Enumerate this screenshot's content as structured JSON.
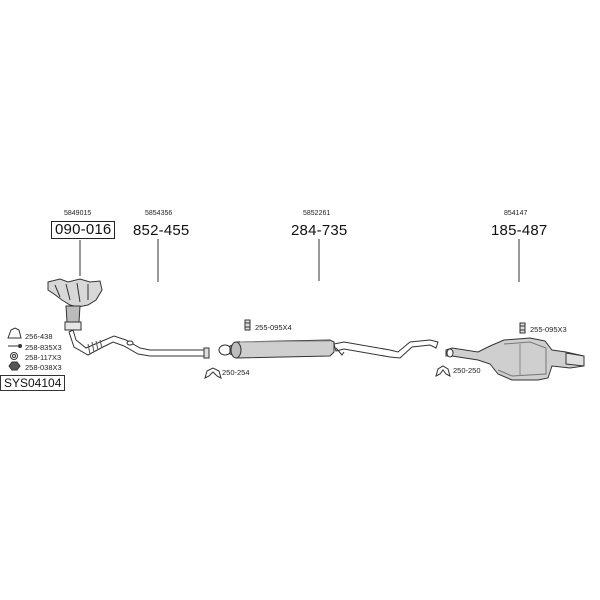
{
  "system_code": "SYS04104",
  "parts": [
    {
      "ref": "5849015",
      "number": "090-016",
      "name": "catalytic-converter"
    },
    {
      "ref": "5854356",
      "number": "852-455",
      "name": "front-pipe"
    },
    {
      "ref": "5852261",
      "number": "284-735",
      "name": "middle-silencer"
    },
    {
      "ref": "854147",
      "number": "185-487",
      "name": "rear-silencer"
    }
  ],
  "accessories": {
    "left": [
      "256-438",
      "258-835X3",
      "258-117X3",
      "258-038X3"
    ],
    "middle_clamp": "255-095X4",
    "middle_hanger": "250-254",
    "rear_clamp": "255-095X3",
    "rear_hanger": "250-250"
  }
}
